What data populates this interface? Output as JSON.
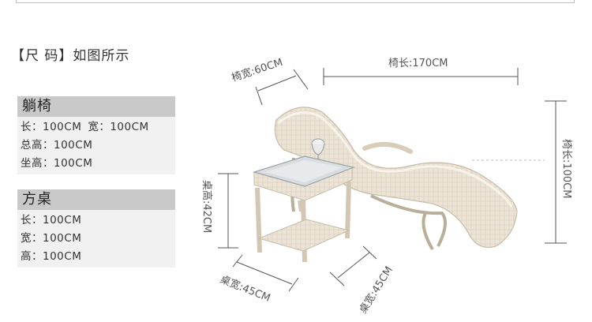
{
  "heading": "【尺  码】如图所示",
  "lounger": {
    "title": "躺椅",
    "line1": [
      "长：100CM",
      "宽：100CM"
    ],
    "line2": "总高：100CM",
    "line3": "坐高：100CM"
  },
  "table": {
    "title": "方桌",
    "line1": "长：100CM",
    "line2": "宽：100CM",
    "line3": "高：100CM"
  },
  "dimensions": {
    "chair_width": "椅宽:60CM",
    "chair_length": "椅长:170CM",
    "chair_height": "椅长:100CM",
    "table_height": "桌高:42CM",
    "table_width": "桌宽:45CM",
    "table_depth": "桌宽:45CM"
  },
  "colors": {
    "wicker": "#ece4d6",
    "wicker_shade": "#d4c9b6",
    "label_bg": "#c9c9c9",
    "panel_bg": "#f1f1f1",
    "dim_line": "#555555"
  }
}
